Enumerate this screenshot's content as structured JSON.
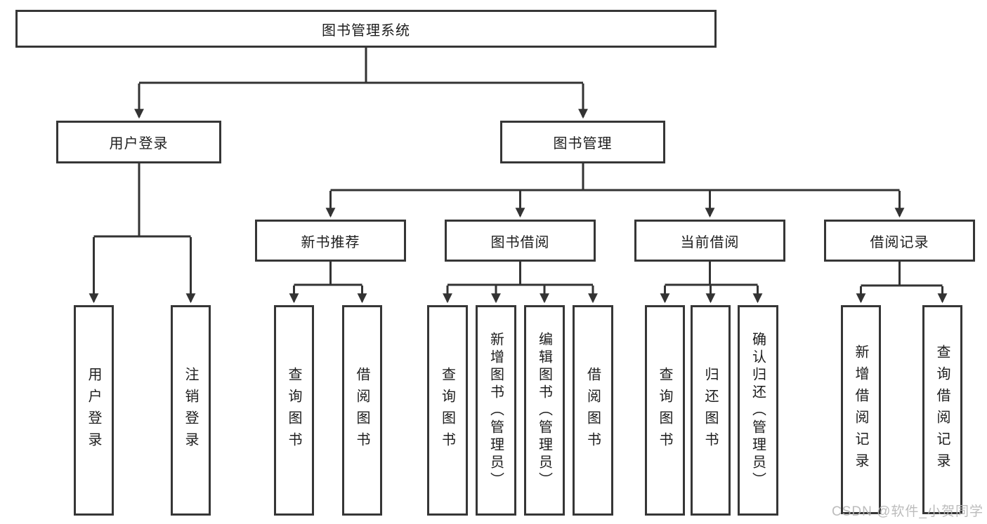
{
  "diagram": {
    "root": {
      "label": "图书管理系统"
    },
    "level2": [
      {
        "id": "user-login",
        "label": "用户登录"
      },
      {
        "id": "book-management",
        "label": "图书管理"
      }
    ],
    "level3": [
      {
        "id": "new-book-recommend",
        "parent": "图书管理",
        "label": "新书推荐"
      },
      {
        "id": "book-borrow",
        "parent": "图书管理",
        "label": "图书借阅"
      },
      {
        "id": "current-borrow",
        "parent": "图书管理",
        "label": "当前借阅"
      },
      {
        "id": "borrow-records",
        "parent": "图书管理",
        "label": "借阅记录"
      }
    ],
    "leaves": [
      {
        "id": "user-login-leaf",
        "parent": "用户登录",
        "label": "用户登录"
      },
      {
        "id": "logout",
        "parent": "用户登录",
        "label": "注销登录"
      },
      {
        "id": "query-books-recommend",
        "parent": "新书推荐",
        "label": "查询图书"
      },
      {
        "id": "borrow-books-recommend",
        "parent": "新书推荐",
        "label": "借阅图书"
      },
      {
        "id": "query-books-borrow",
        "parent": "图书借阅",
        "label": "查询图书"
      },
      {
        "id": "add-book-admin",
        "parent": "图书借阅",
        "label": "新增图书（管理员）"
      },
      {
        "id": "edit-book-admin",
        "parent": "图书借阅",
        "label": "编辑图书（管理员）"
      },
      {
        "id": "borrow-books-borrow",
        "parent": "图书借阅",
        "label": "借阅图书"
      },
      {
        "id": "query-books-current",
        "parent": "当前借阅",
        "label": "查询图书"
      },
      {
        "id": "return-book",
        "parent": "当前借阅",
        "label": "归还图书"
      },
      {
        "id": "confirm-return-admin",
        "parent": "当前借阅",
        "label": "确认归还（管理员）"
      },
      {
        "id": "add-borrow-record",
        "parent": "借阅记录",
        "label": "新增借阅记录"
      },
      {
        "id": "query-borrow-record",
        "parent": "借阅记录",
        "label": "查询借阅记录"
      }
    ],
    "watermark": {
      "text": "CSDN @软件_小贺同学"
    },
    "colors": {
      "line": "#333333",
      "box_border": "#363636",
      "text": "#1d1d1d",
      "background": "#ffffff",
      "watermark": "#b5b5b5"
    }
  }
}
